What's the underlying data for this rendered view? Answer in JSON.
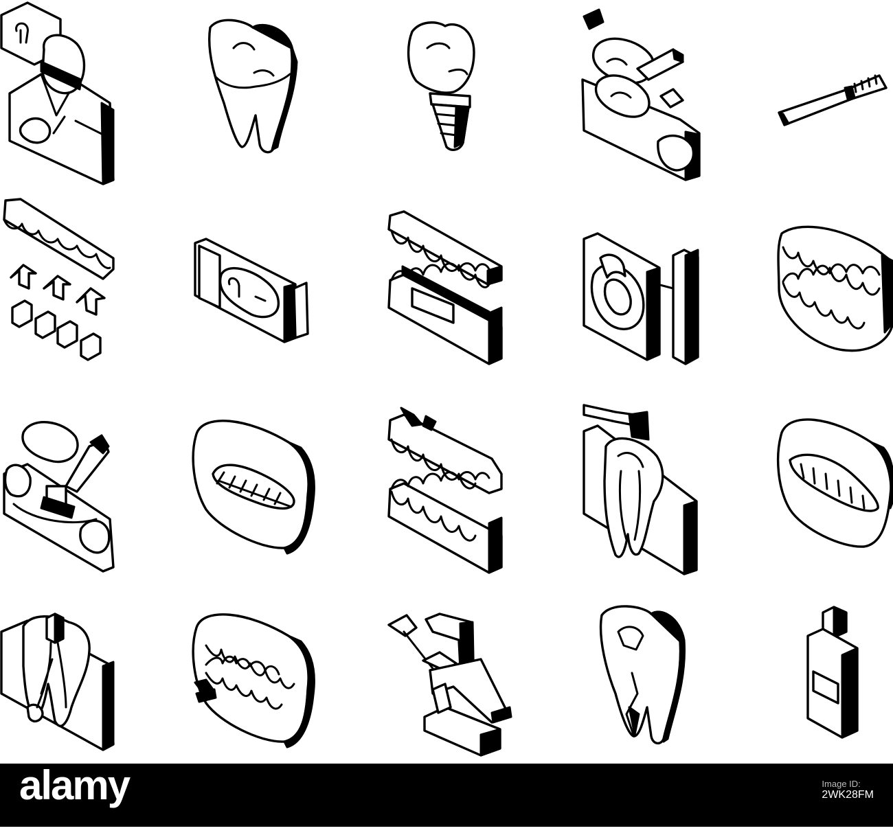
{
  "footer": {
    "brand": "alamy",
    "image_id_label": "Image ID:",
    "image_id": "2WK28FM",
    "background": "#000000",
    "text_color": "#ffffff"
  },
  "icons": [
    "dentist-icon",
    "molar-tooth-icon",
    "dental-implant-icon",
    "teeth-cleaning-icon",
    "toothbrush-icon",
    "tooth-whitening-boxes-icon",
    "toothpaste-tube-icon",
    "braces-teeth-icon",
    "dental-floss-icon",
    "denture-icon",
    "tooth-brushing-icon",
    "aligner-icon",
    "broken-teeth-icon",
    "tooth-root-drill-icon",
    "retainer-icon",
    "root-canal-icon",
    "mouth-guard-icon",
    "dental-chair-icon",
    "cracked-tooth-icon",
    "mouthwash-bottle-icon"
  ]
}
